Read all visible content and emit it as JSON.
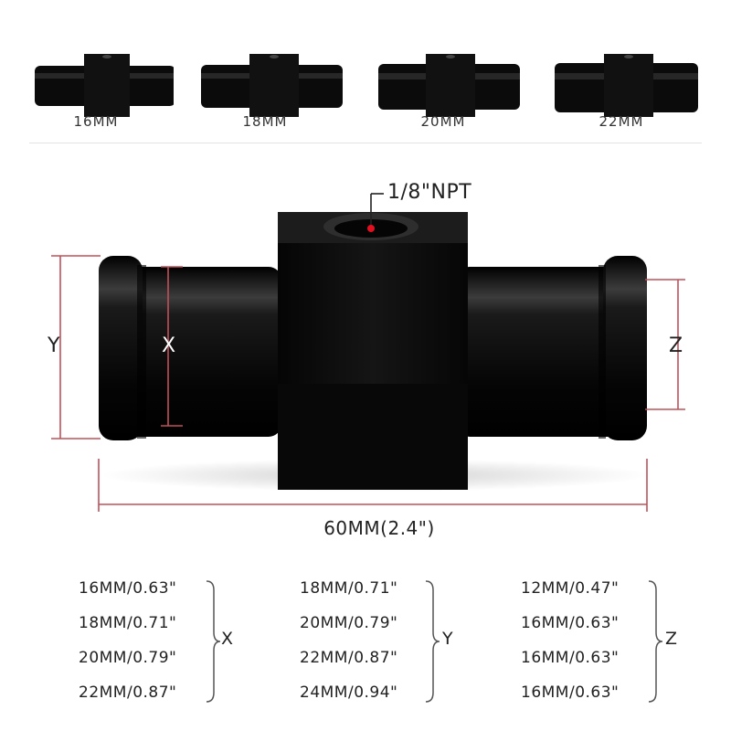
{
  "sizes": [
    {
      "label": "16MM"
    },
    {
      "label": "18MM"
    },
    {
      "label": "20MM"
    },
    {
      "label": "22MM"
    }
  ],
  "diagram": {
    "port_label": "1/8\"NPT",
    "length_label": "60MM(2.4\")",
    "dim_y": "Y",
    "dim_x": "X",
    "dim_z": "Z"
  },
  "specs": {
    "x": {
      "letter": "X",
      "items": [
        "16MM/0.63\"",
        "18MM/0.71\"",
        "20MM/0.79\"",
        "22MM/0.87\""
      ]
    },
    "y": {
      "letter": "Y",
      "items": [
        "18MM/0.71\"",
        "20MM/0.79\"",
        "22MM/0.87\"",
        "24MM/0.94\""
      ]
    },
    "z": {
      "letter": "Z",
      "items": [
        "12MM/0.47\"",
        "16MM/0.63\"",
        "16MM/0.63\"",
        "16MM/0.63\""
      ]
    }
  },
  "colors": {
    "product": "#0a0a0a",
    "dimension_line": "#c0505a",
    "port_dot": "#e01020"
  }
}
